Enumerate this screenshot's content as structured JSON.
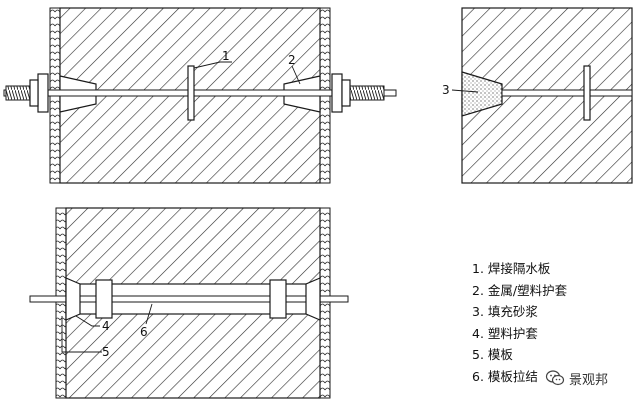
{
  "callouts": {
    "top_left_1": "1",
    "top_left_2": "2",
    "top_right_3": "3",
    "bottom_left_4": "4",
    "bottom_left_5": "5",
    "bottom_left_6": "6"
  },
  "legend": [
    "1. 焊接隔水板",
    "2. 金属/塑料护套",
    "3. 填充砂浆",
    "4. 塑料护套",
    "5. 模板",
    "6. 模板拉结"
  ],
  "watermark": {
    "text": "景观邦",
    "icon": "wechat-icon"
  },
  "colors": {
    "line": "#1a1a1a",
    "hatch": "#2a2a2a",
    "background": "#ffffff"
  }
}
